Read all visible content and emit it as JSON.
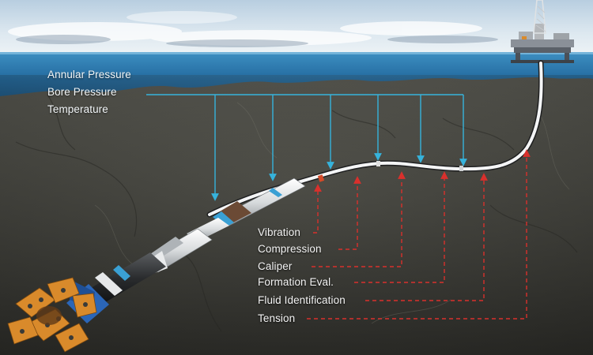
{
  "downward_measurements": [
    "Annular Pressure",
    "Bore Pressure",
    "Temperature"
  ],
  "upward_measurements": [
    "Vibration",
    "Compression",
    "Caliper",
    "Formation Eval.",
    "Fluid Identification",
    "Tension"
  ],
  "colors": {
    "downward_arrow": "#36b3dc",
    "upward_arrow": "#d9302c",
    "sea": "#2f7fb4",
    "sky": "#cfe0ec",
    "rock": "#3f3f3b",
    "pipe": "#e8eaec",
    "drill_bit": "#d98a2b"
  },
  "icons": [
    "offshore-rig-icon",
    "drill-bit-icon"
  ]
}
